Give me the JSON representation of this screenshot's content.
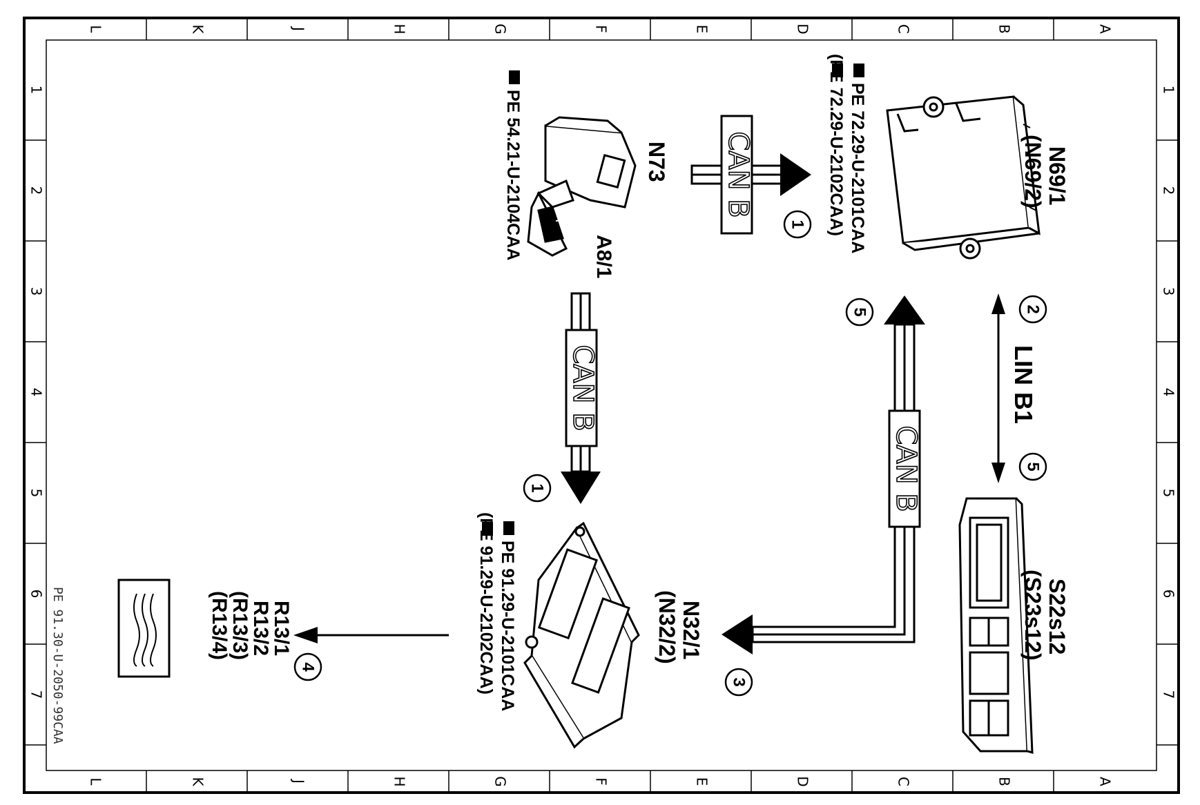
{
  "grid": {
    "letters": [
      "L",
      "K",
      "J",
      "H",
      "G",
      "F",
      "E",
      "D",
      "C",
      "B",
      "A"
    ],
    "numbers": [
      "1",
      "2",
      "3",
      "4",
      "5",
      "6",
      "7"
    ]
  },
  "components": {
    "n69": {
      "line1": "N69/1",
      "line2": "(N69/2)",
      "ref1": "PE 72.29-U-2101CAA",
      "ref2": "(PE 72.29-U-2102CAA)"
    },
    "n73": {
      "id": "N73",
      "id2": "A8/1",
      "ref": "PE 54.21-U-2104CAA"
    },
    "s22": {
      "line1": "S22s12",
      "line2": "(S23s12)"
    },
    "n32": {
      "line1": "N32/1",
      "line2": "(N32/2)",
      "ref1": "PE 91.29-U-2101CAA",
      "ref2": "(PE 91.29-U-2102CAA)"
    },
    "r13": {
      "line1": "R13/1",
      "line2": "R13/2",
      "line3": "(R13/3)",
      "line4": "(R13/4)"
    }
  },
  "buses": {
    "can_top": "CAN B",
    "can_left": "CAN B",
    "can_right": "CAN B",
    "lin": "LIN B1"
  },
  "steps": {
    "s1a": "1",
    "s1b": "1",
    "s2": "2",
    "s3": "3",
    "s4": "4",
    "s5a": "5",
    "s5b": "5"
  },
  "sheet_id": "PE 91.30-U-2050-99CAA"
}
